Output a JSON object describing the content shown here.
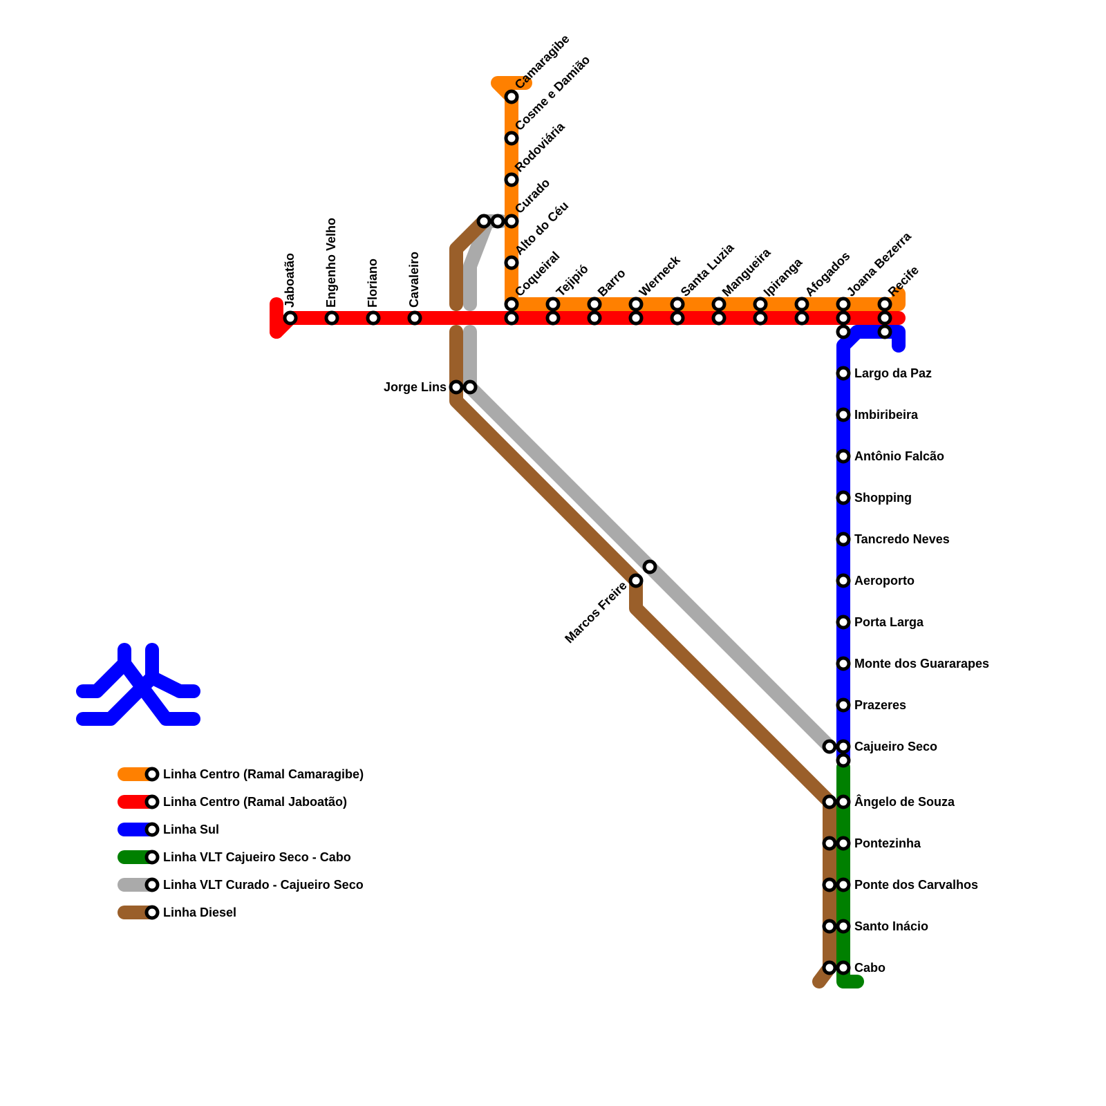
{
  "lines": {
    "orange": {
      "name": "Linha Centro (Ramal Camaragibe)",
      "color": "#ff8000"
    },
    "red": {
      "name": "Linha Centro (Ramal Jaboatão)",
      "color": "#ff0000"
    },
    "blue": {
      "name": "Linha Sul",
      "color": "#0000ff"
    },
    "green": {
      "name": "Linha VLT Cajueiro Seco - Cabo",
      "color": "#008000"
    },
    "grey": {
      "name": "Linha VLT Curado - Cajueiro Seco",
      "color": "#aaaaaa"
    },
    "brown": {
      "name": "Linha Diesel",
      "color": "#9a5f2a"
    }
  },
  "stations": {
    "jaboatao": "Jaboatão",
    "engenho_velho": "Engenho Velho",
    "floriano": "Floriano",
    "cavaleiro": "Cavaleiro",
    "camaragibe": "Camaragibe",
    "cosme_damiao": "Cosme e Damião",
    "rodoviaria": "Rodoviária",
    "curado": "Curado",
    "alto_do_ceu": "Alto do Céu",
    "coqueiral": "Coqueiral",
    "tejipio": "Tejipió",
    "barro": "Barro",
    "werneck": "Werneck",
    "santa_luzia": "Santa Luzia",
    "mangueira": "Mangueira",
    "ipiranga": "Ipiranga",
    "afogados": "Afogados",
    "joana_bezerra": "Joana Bezerra",
    "recife": "Recife",
    "jorge_lins": "Jorge Lins",
    "marcos_freire": "Marcos Freire",
    "largo_da_paz": "Largo da Paz",
    "imbiribeira": "Imbiribeira",
    "antonio_falcao": "Antônio Falcão",
    "shopping": "Shopping",
    "tancredo_neves": "Tancredo Neves",
    "aeroporto": "Aeroporto",
    "porta_larga": "Porta Larga",
    "monte_guararapes": "Monte dos Guararapes",
    "prazeres": "Prazeres",
    "cajueiro_seco": "Cajueiro Seco",
    "angelo_souza": "Ângelo de Souza",
    "pontezinha": "Pontezinha",
    "ponte_carvalhos": "Ponte dos Carvalhos",
    "santo_inacio": "Santo Inácio",
    "cabo": "Cabo"
  },
  "logo": {
    "name": "metro-logo",
    "color": "#0000ff"
  }
}
